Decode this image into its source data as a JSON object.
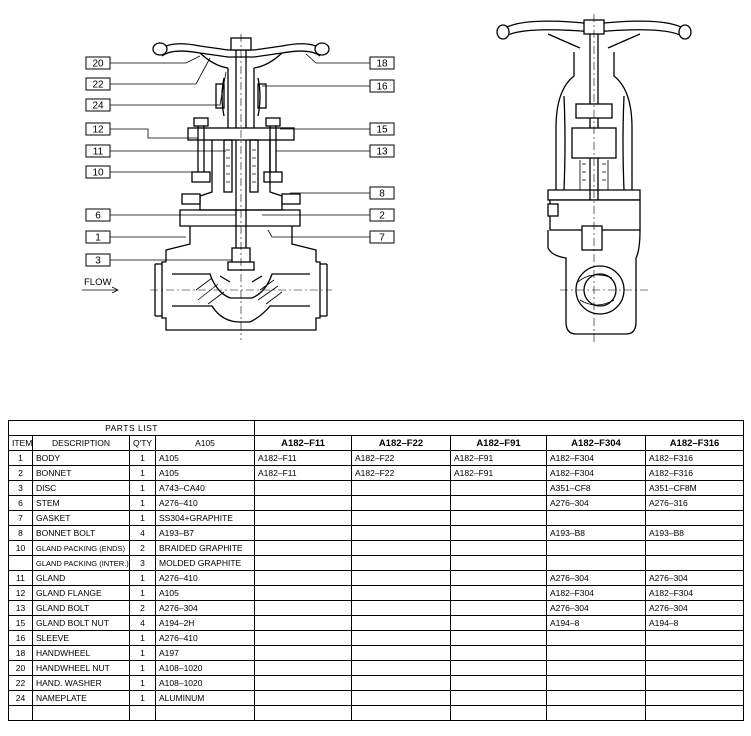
{
  "drawing": {
    "flow_label": "FLOW",
    "callouts_left": [
      "20",
      "22",
      "24",
      "12",
      "11",
      "10",
      "6",
      "1",
      "3"
    ],
    "callouts_right": [
      "18",
      "16",
      "15",
      "13",
      "8",
      "2",
      "7"
    ]
  },
  "parts_list": {
    "title": "PARTS LIST",
    "headers": [
      "ITEM",
      "DESCRIPTION",
      "Q'TY",
      "A105",
      "A182–F11",
      "A182–F22",
      "A182–F91",
      "A182–F304",
      "A182–F316"
    ],
    "rows": [
      [
        "1",
        "BODY",
        "1",
        "A105",
        "A182–F11",
        "A182–F22",
        "A182–F91",
        "A182–F304",
        "A182–F316"
      ],
      [
        "2",
        "BONNET",
        "1",
        "A105",
        "A182–F11",
        "A182–F22",
        "A182–F91",
        "A182–F304",
        "A182–F316"
      ],
      [
        "3",
        "DISC",
        "1",
        "A743–CA40",
        "",
        "",
        "",
        "A351–CF8",
        "A351–CF8M"
      ],
      [
        "6",
        "STEM",
        "1",
        "A276–410",
        "",
        "",
        "",
        "A276–304",
        "A276–316"
      ],
      [
        "7",
        "GASKET",
        "1",
        "SS304+GRAPHITE",
        "",
        "",
        "",
        "",
        ""
      ],
      [
        "8",
        "BONNET BOLT",
        "4",
        "A193–B7",
        "",
        "",
        "",
        "A193–B8",
        "A193–B8"
      ],
      [
        "10",
        "GLAND PACKING (ENDS)",
        "2",
        "BRAIDED GRAPHITE",
        "",
        "",
        "",
        "",
        ""
      ],
      [
        "",
        "GLAND PACKING (INTER.)",
        "3",
        "MOLDED GRAPHITE",
        "",
        "",
        "",
        "",
        ""
      ],
      [
        "11",
        "GLAND",
        "1",
        "A276–410",
        "",
        "",
        "",
        "A276–304",
        "A276–304"
      ],
      [
        "12",
        "GLAND FLANGE",
        "1",
        "A105",
        "",
        "",
        "",
        "A182–F304",
        "A182–F304"
      ],
      [
        "13",
        "GLAND BOLT",
        "2",
        "A276–304",
        "",
        "",
        "",
        "A276–304",
        "A276–304"
      ],
      [
        "15",
        "GLAND BOLT NUT",
        "4",
        "A194–2H",
        "",
        "",
        "",
        "A194–8",
        "A194–8"
      ],
      [
        "16",
        "SLEEVE",
        "1",
        "A276–410",
        "",
        "",
        "",
        "",
        ""
      ],
      [
        "18",
        "HANDWHEEL",
        "1",
        "A197",
        "",
        "",
        "",
        "",
        ""
      ],
      [
        "20",
        "HANDWHEEL NUT",
        "1",
        "A108–1020",
        "",
        "",
        "",
        "",
        ""
      ],
      [
        "22",
        "HAND. WASHER",
        "1",
        "A108–1020",
        "",
        "",
        "",
        "",
        ""
      ],
      [
        "24",
        "NAMEPLATE",
        "1",
        "ALUMINUM",
        "",
        "",
        "",
        "",
        ""
      ],
      [
        "",
        "",
        "",
        "",
        "",
        "",
        "",
        "",
        ""
      ]
    ]
  }
}
